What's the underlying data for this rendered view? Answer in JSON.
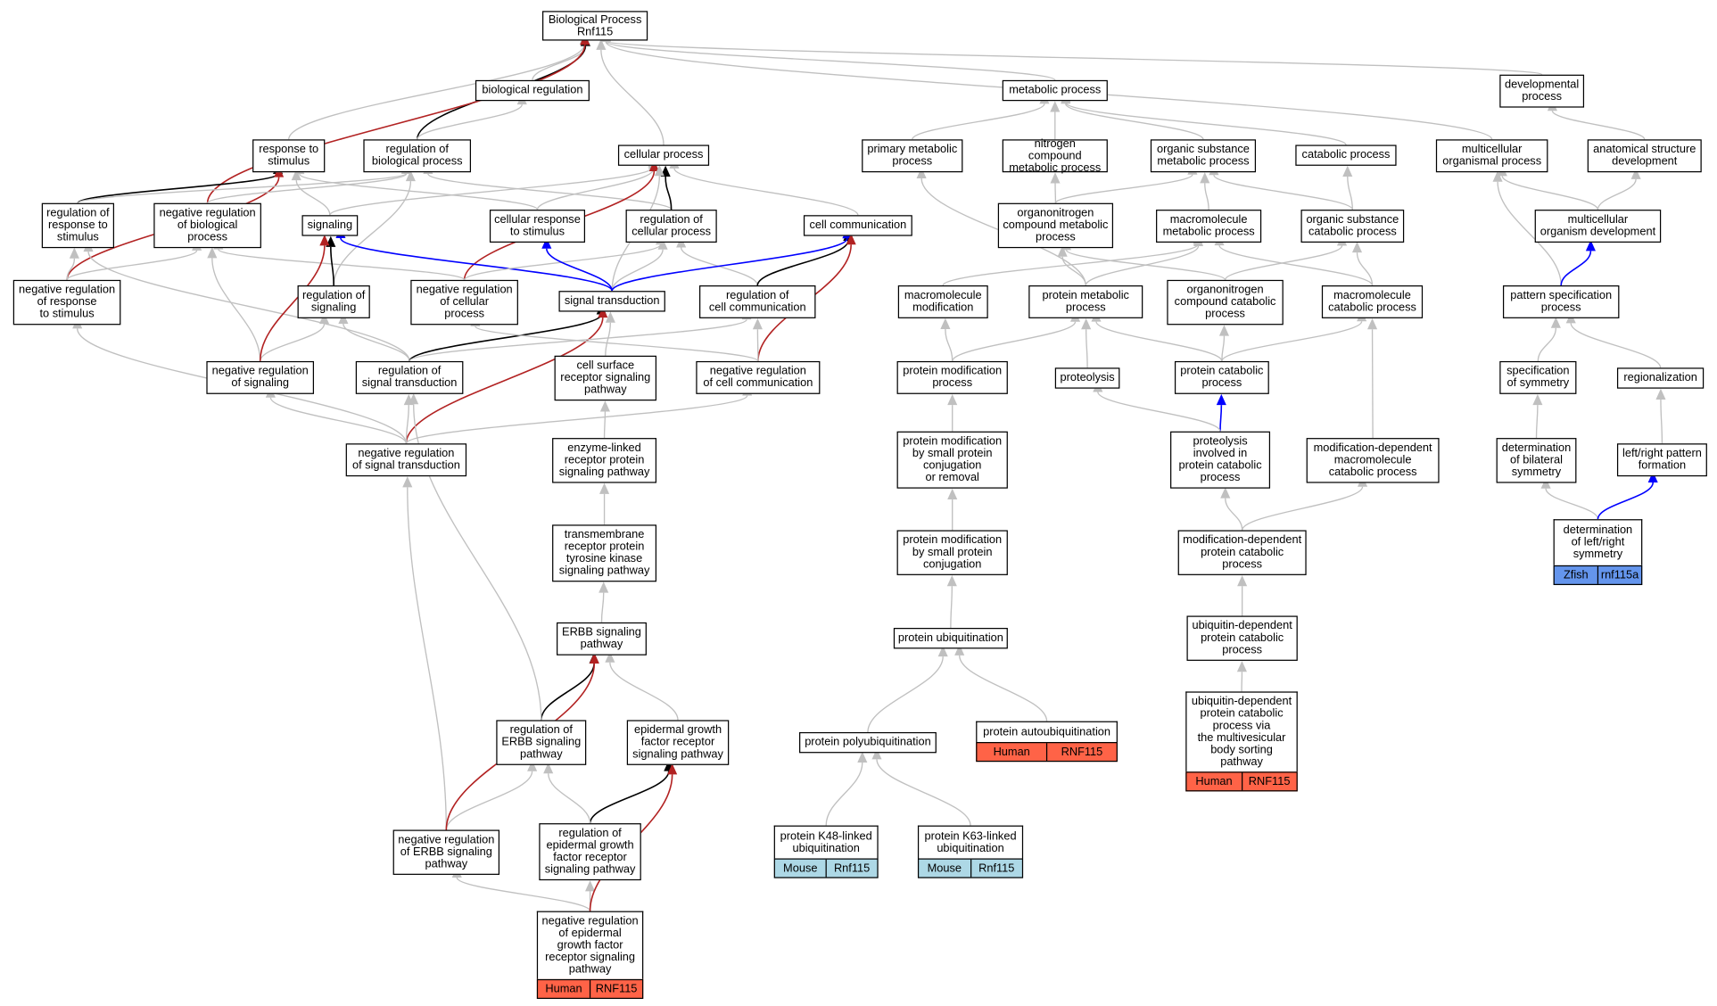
{
  "colors": {
    "grey_edge": "#c0c0c0",
    "black_edge": "#000000",
    "red_edge": "#b22222",
    "blue_edge": "#0000ff",
    "human": "#ff6347",
    "mouse": "#add8e6",
    "zfish": "#6495ed"
  },
  "nodes": {
    "root": "Biological Process\nRnf115",
    "bioreg": "biological regulation",
    "metab": "metabolic process",
    "dev": "developmental\nprocess",
    "resp": "response to\nstimulus",
    "regbio": "regulation of\nbiological process",
    "cell": "cellular process",
    "primmet": "primary metabolic\nprocess",
    "nitro": "nitrogen compound\nmetabolic process",
    "orgsub": "organic substance\nmetabolic process",
    "catab": "catabolic process",
    "multi": "multicellular\norganismal process",
    "anat": "anatomical structure\ndevelopment",
    "regresp": "regulation of\nresponse to\nstimulus",
    "negregbio": "negative regulation\nof biological\nprocess",
    "signaling": "signaling",
    "cellresp": "cellular response\nto stimulus",
    "regcell": "regulation of\ncellular process",
    "cellcomm": "cell communication",
    "orgnitro": "organonitrogen\ncompound metabolic\nprocess",
    "macromet": "macromolecule\nmetabolic process",
    "orgsubcat": "organic substance\ncatabolic process",
    "multidev": "multicellular\norganism development",
    "negregresp": "negative regulation\nof response\nto stimulus",
    "regsig": "regulation of\nsignaling",
    "negregcell": "negative regulation\nof cellular\nprocess",
    "sigtrans": "signal transduction",
    "regcellcomm": "regulation of\ncell communication",
    "macromod": "macromolecule\nmodification",
    "protmet": "protein metabolic\nprocess",
    "orgnitrocat": "organonitrogen\ncompound catabolic\nprocess",
    "macrocat": "macromolecule\ncatabolic process",
    "pattern": "pattern specification\nprocess",
    "negregsig": "negative regulation\nof signaling",
    "regsigtrans": "regulation of\nsignal transduction",
    "cellsurf": "cell surface\nreceptor signaling\npathway",
    "negregcellcomm": "negative regulation\nof cell communication",
    "protmod": "protein modification\nprocess",
    "proteolysis": "proteolysis",
    "protcat": "protein catabolic\nprocess",
    "specsym": "specification\nof symmetry",
    "regionalization": "regionalization",
    "negregsigtrans": "negative regulation\nof signal transduction",
    "enzyme": "enzyme-linked\nreceptor protein\nsignaling pathway",
    "protmodsmall": "protein modification\nby small protein\nconjugation\nor removal",
    "proteolysisinv": "proteolysis\ninvolved in\nprotein catabolic\nprocess",
    "moddepmacro": "modification-dependent\nmacromolecule\ncatabolic process",
    "detbilat": "determination\nof bilateral\nsymmetry",
    "leftright": "left/right pattern\nformation",
    "transmem": "transmembrane\nreceptor protein\ntyrosine kinase\nsignaling pathway",
    "protmodconj": "protein modification\nby small protein\nconjugation",
    "moddepprot": "modification-dependent\nprotein catabolic\nprocess",
    "detlr": "determination\nof left/right\nsymmetry",
    "protubi": "protein ubiquitination",
    "erbb": "ERBB signaling\npathway",
    "ubidep": "ubiquitin-dependent\nprotein catabolic\nprocess",
    "regerbb": "regulation of\nERBB signaling\npathway",
    "egfr": "epidermal growth\nfactor receptor\nsignaling pathway",
    "protpoly": "protein polyubiquitination",
    "protauto": "protein autoubiquitination",
    "ubimvb": "ubiquitin-dependent\nprotein catabolic\nprocess via\nthe multivesicular\nbody sorting\npathway",
    "negregerbb": "negative regulation\nof ERBB signaling\npathway",
    "regegfr": "regulation of\nepidermal growth\nfactor receptor\nsignaling pathway",
    "k48": "protein K48-linked\nubiquitination",
    "k63": "protein K63-linked\nubiquitination",
    "negregegfr": "negative regulation\nof epidermal\ngrowth factor\nreceptor signaling\npathway"
  },
  "annotations": {
    "detlr": {
      "species": "Zfish",
      "gene": "rnf115a",
      "color": "#6495ed"
    },
    "protauto": {
      "species": "Human",
      "gene": "RNF115",
      "color": "#ff6347"
    },
    "ubimvb": {
      "species": "Human",
      "gene": "RNF115",
      "color": "#ff6347"
    },
    "k48": {
      "species": "Mouse",
      "gene": "Rnf115",
      "color": "#add8e6"
    },
    "k63": {
      "species": "Mouse",
      "gene": "Rnf115",
      "color": "#add8e6"
    },
    "negregegfr": {
      "species": "Human",
      "gene": "RNF115",
      "color": "#ff6347"
    }
  },
  "edges": [
    [
      "bioreg",
      "root",
      "grey"
    ],
    [
      "dev",
      "root",
      "grey"
    ],
    [
      "resp",
      "root",
      "grey"
    ],
    [
      "regbio",
      "root",
      "black"
    ],
    [
      "cell",
      "root",
      "grey"
    ],
    [
      "metab",
      "root",
      "grey"
    ],
    [
      "multi",
      "root",
      "grey"
    ],
    [
      "negregbio",
      "root",
      "red"
    ],
    [
      "regbio",
      "bioreg",
      "grey"
    ],
    [
      "primmet",
      "metab",
      "grey"
    ],
    [
      "nitro",
      "metab",
      "grey"
    ],
    [
      "orgsub",
      "metab",
      "grey"
    ],
    [
      "catab",
      "metab",
      "grey"
    ],
    [
      "anat",
      "dev",
      "grey"
    ],
    [
      "regresp",
      "resp",
      "black"
    ],
    [
      "cellresp",
      "resp",
      "grey"
    ],
    [
      "negregresp",
      "resp",
      "red"
    ],
    [
      "signaling",
      "resp",
      "grey"
    ],
    [
      "regresp",
      "regbio",
      "grey"
    ],
    [
      "negregbio",
      "regbio",
      "grey"
    ],
    [
      "regcell",
      "regbio",
      "grey"
    ],
    [
      "regsig",
      "regbio",
      "grey"
    ],
    [
      "signaling",
      "cell",
      "grey"
    ],
    [
      "cellresp",
      "cell",
      "grey"
    ],
    [
      "regcell",
      "cell",
      "black"
    ],
    [
      "cellcomm",
      "cell",
      "grey"
    ],
    [
      "negregcell",
      "cell",
      "red"
    ],
    [
      "sigtrans",
      "cell",
      "grey"
    ],
    [
      "orgnitro",
      "nitro",
      "grey"
    ],
    [
      "orgnitro",
      "orgsub",
      "grey"
    ],
    [
      "macromet",
      "orgsub",
      "grey"
    ],
    [
      "orgsubcat",
      "orgsub",
      "grey"
    ],
    [
      "orgsubcat",
      "catab",
      "grey"
    ],
    [
      "pattern",
      "multi",
      "grey"
    ],
    [
      "multidev",
      "multi",
      "grey"
    ],
    [
      "multidev",
      "anat",
      "grey"
    ],
    [
      "negregresp",
      "regresp",
      "grey"
    ],
    [
      "negregresp",
      "negregbio",
      "grey"
    ],
    [
      "negregcell",
      "negregbio",
      "grey"
    ],
    [
      "negregsig",
      "negregbio",
      "grey"
    ],
    [
      "regsig",
      "signaling",
      "black"
    ],
    [
      "sigtrans",
      "signaling",
      "blue"
    ],
    [
      "negregcell",
      "regcell",
      "grey"
    ],
    [
      "regcellcomm",
      "regcell",
      "grey"
    ],
    [
      "sigtrans",
      "regcell",
      "grey"
    ],
    [
      "sigtrans",
      "cellresp",
      "blue"
    ],
    [
      "regcellcomm",
      "cellcomm",
      "black"
    ],
    [
      "sigtrans",
      "cellcomm",
      "blue"
    ],
    [
      "negregcellcomm",
      "cellcomm",
      "red"
    ],
    [
      "protmet",
      "primmet",
      "grey"
    ],
    [
      "protmet",
      "orgnitro",
      "grey"
    ],
    [
      "orgnitrocat",
      "orgnitro",
      "grey"
    ],
    [
      "macromod",
      "macromet",
      "grey"
    ],
    [
      "protmet",
      "macromet",
      "grey"
    ],
    [
      "macrocat",
      "macromet",
      "grey"
    ],
    [
      "orgnitrocat",
      "orgsubcat",
      "grey"
    ],
    [
      "macrocat",
      "orgsubcat",
      "grey"
    ],
    [
      "pattern",
      "multidev",
      "blue"
    ],
    [
      "negregsigtrans",
      "negregresp",
      "grey"
    ],
    [
      "negregsig",
      "regsig",
      "grey"
    ],
    [
      "regsigtrans",
      "regsig",
      "grey"
    ],
    [
      "regsigtrans",
      "regresp",
      "grey"
    ],
    [
      "regsigtrans",
      "sigtrans",
      "black"
    ],
    [
      "cellsurf",
      "sigtrans",
      "grey"
    ],
    [
      "negregsigtrans",
      "sigtrans",
      "red"
    ],
    [
      "negregsig",
      "signaling",
      "red"
    ],
    [
      "negregcellcomm",
      "regcellcomm",
      "grey"
    ],
    [
      "regsigtrans",
      "regcellcomm",
      "grey"
    ],
    [
      "negregcellcomm",
      "negregcell",
      "grey"
    ],
    [
      "protmod",
      "macromod",
      "grey"
    ],
    [
      "protmod",
      "protmet",
      "grey"
    ],
    [
      "proteolysis",
      "protmet",
      "grey"
    ],
    [
      "protcat",
      "protmet",
      "grey"
    ],
    [
      "protcat",
      "orgnitrocat",
      "grey"
    ],
    [
      "protcat",
      "macrocat",
      "grey"
    ],
    [
      "specsym",
      "pattern",
      "grey"
    ],
    [
      "regionalization",
      "pattern",
      "grey"
    ],
    [
      "negregsigtrans",
      "negregsig",
      "grey"
    ],
    [
      "negregsigtrans",
      "regsigtrans",
      "grey"
    ],
    [
      "negregsigtrans",
      "negregcellcomm",
      "grey"
    ],
    [
      "enzyme",
      "cellsurf",
      "grey"
    ],
    [
      "protmodsmall",
      "protmod",
      "grey"
    ],
    [
      "proteolysisinv",
      "protcat",
      "blue"
    ],
    [
      "proteolysisinv",
      "proteolysis",
      "grey"
    ],
    [
      "moddepmacro",
      "macrocat",
      "grey"
    ],
    [
      "detbilat",
      "specsym",
      "grey"
    ],
    [
      "leftright",
      "regionalization",
      "grey"
    ],
    [
      "transmem",
      "enzyme",
      "grey"
    ],
    [
      "protmodconj",
      "protmodsmall",
      "grey"
    ],
    [
      "moddepprot",
      "proteolysisinv",
      "grey"
    ],
    [
      "moddepprot",
      "moddepmacro",
      "grey"
    ],
    [
      "detlr",
      "detbilat",
      "grey"
    ],
    [
      "detlr",
      "leftright",
      "blue"
    ],
    [
      "protubi",
      "protmodconj",
      "grey"
    ],
    [
      "erbb",
      "transmem",
      "grey"
    ],
    [
      "ubidep",
      "moddepprot",
      "grey"
    ],
    [
      "regerbb",
      "erbb",
      "black"
    ],
    [
      "regerbb",
      "regsigtrans",
      "grey"
    ],
    [
      "egfr",
      "erbb",
      "grey"
    ],
    [
      "protpoly",
      "protubi",
      "grey"
    ],
    [
      "protauto",
      "protubi",
      "grey"
    ],
    [
      "ubimvb",
      "ubidep",
      "grey"
    ],
    [
      "negregerbb",
      "regerbb",
      "grey"
    ],
    [
      "negregerbb",
      "negregsigtrans",
      "grey"
    ],
    [
      "negregerbb",
      "erbb",
      "red"
    ],
    [
      "regegfr",
      "egfr",
      "black"
    ],
    [
      "regegfr",
      "regerbb",
      "grey"
    ],
    [
      "negregegfr",
      "regegfr",
      "grey"
    ],
    [
      "negregegfr",
      "negregerbb",
      "grey"
    ],
    [
      "negregegfr",
      "egfr",
      "red"
    ],
    [
      "k48",
      "protpoly",
      "grey"
    ],
    [
      "k63",
      "protpoly",
      "grey"
    ]
  ]
}
